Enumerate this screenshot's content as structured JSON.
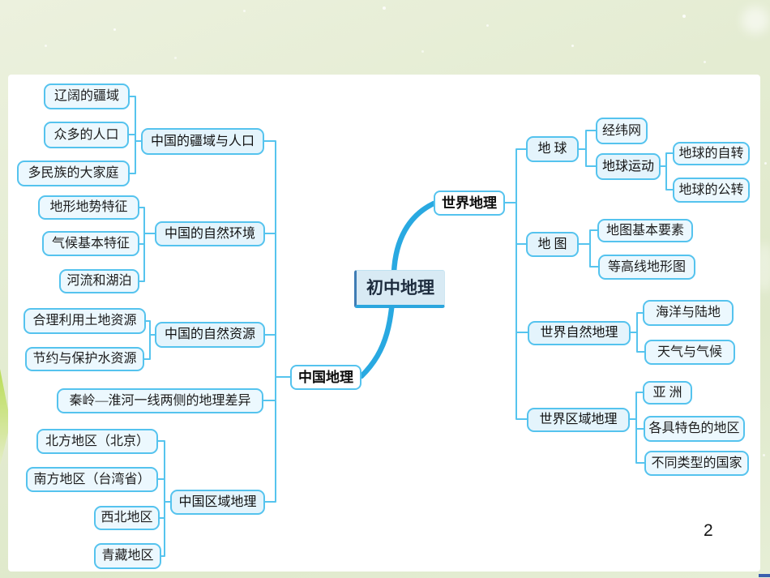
{
  "page": {
    "number": "2"
  },
  "colors": {
    "trunk_line": "#29a9e1",
    "connector_line": "#56c4ee",
    "box_border": "#55c3ee",
    "leaf_fill": "#ecf8fe",
    "root_fill": "#d8eaf4",
    "slide_background": "#e4ecd2"
  },
  "mindmap": {
    "root_label": "初中地理",
    "china": {
      "label": "中国地理",
      "territory": {
        "label": "中国的疆域与人口",
        "children": [
          "辽阔的疆域",
          "众多的人口",
          "多民族的大家庭"
        ]
      },
      "environment": {
        "label": "中国的自然环境",
        "children": [
          "地形地势特征",
          "气候基本特征",
          "河流和湖泊"
        ]
      },
      "resources": {
        "label": "中国的自然资源",
        "children": [
          "合理利用土地资源",
          "节约与保护水资源"
        ]
      },
      "qinling": {
        "label": "秦岭—淮河一线两侧的地理差异"
      },
      "regional": {
        "label": "中国区域地理",
        "children": [
          "北方地区（北京）",
          "南方地区（台湾省）",
          "西北地区",
          "青藏地区"
        ]
      }
    },
    "world": {
      "label": "世界地理",
      "earth": {
        "label": "地 球",
        "children": [
          "经纬网"
        ],
        "movement": {
          "label": "地球运动",
          "children": [
            "地球的自转",
            "地球的公转"
          ]
        }
      },
      "map": {
        "label": "地 图",
        "children": [
          "地图基本要素",
          "等高线地形图"
        ]
      },
      "physical": {
        "label": "世界自然地理",
        "children": [
          "海洋与陆地",
          "天气与气候"
        ]
      },
      "regional": {
        "label": "世界区域地理",
        "children": [
          "亚 洲",
          "各具特色的地区",
          "不同类型的国家"
        ]
      }
    }
  }
}
